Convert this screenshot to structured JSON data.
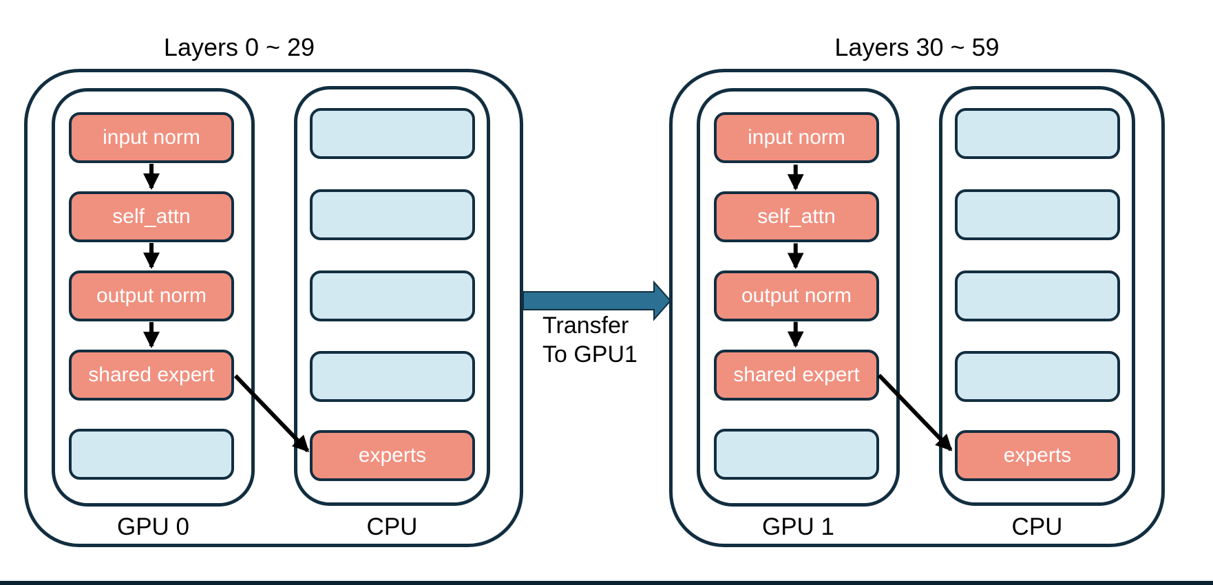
{
  "colors": {
    "outline": "#122E40",
    "module_fill": "#F0907F",
    "empty_slot_fill": "#D2E9F1",
    "transfer_arrow_fill": "#2C7093",
    "flow_arrow_color": "#000000",
    "module_text_color": "#FFFFFF",
    "label_text_color": "#000000",
    "background": "#FFFFFF",
    "bottom_bar_color": "#0A2230"
  },
  "groups": [
    {
      "title": "Layers 0 ~ 29",
      "gpu": {
        "label": "GPU 0",
        "boxes": [
          {
            "label": "input norm",
            "state": "resident"
          },
          {
            "label": "self_attn",
            "state": "resident"
          },
          {
            "label": "output norm",
            "state": "resident"
          },
          {
            "label": "shared expert",
            "state": "resident"
          },
          {
            "label": "",
            "state": "empty"
          }
        ]
      },
      "cpu": {
        "label": "CPU",
        "boxes": [
          {
            "label": "",
            "state": "empty"
          },
          {
            "label": "",
            "state": "empty"
          },
          {
            "label": "",
            "state": "empty"
          },
          {
            "label": "",
            "state": "empty"
          },
          {
            "label": "experts",
            "state": "resident"
          }
        ]
      }
    },
    {
      "title": "Layers 30 ~ 59",
      "gpu": {
        "label": "GPU 1",
        "boxes": [
          {
            "label": "input norm",
            "state": "resident"
          },
          {
            "label": "self_attn",
            "state": "resident"
          },
          {
            "label": "output norm",
            "state": "resident"
          },
          {
            "label": "shared expert",
            "state": "resident"
          },
          {
            "label": "",
            "state": "empty"
          }
        ]
      },
      "cpu": {
        "label": "CPU",
        "boxes": [
          {
            "label": "",
            "state": "empty"
          },
          {
            "label": "",
            "state": "empty"
          },
          {
            "label": "",
            "state": "empty"
          },
          {
            "label": "",
            "state": "empty"
          },
          {
            "label": "experts",
            "state": "resident"
          }
        ]
      }
    }
  ],
  "transfer": {
    "line1": "Transfer",
    "line2": "To GPU1"
  }
}
